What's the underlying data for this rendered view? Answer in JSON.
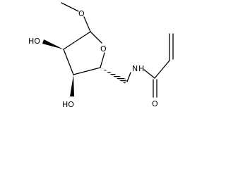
{
  "labels": {
    "ring_oxygen": "O",
    "methoxy_oxygen": "O",
    "hydroxyl_upper": "HO",
    "hydroxyl_lower": "HO",
    "amide_nitrogen": "N",
    "amide_hydrogen": "H",
    "carbonyl_oxygen": "O"
  }
}
